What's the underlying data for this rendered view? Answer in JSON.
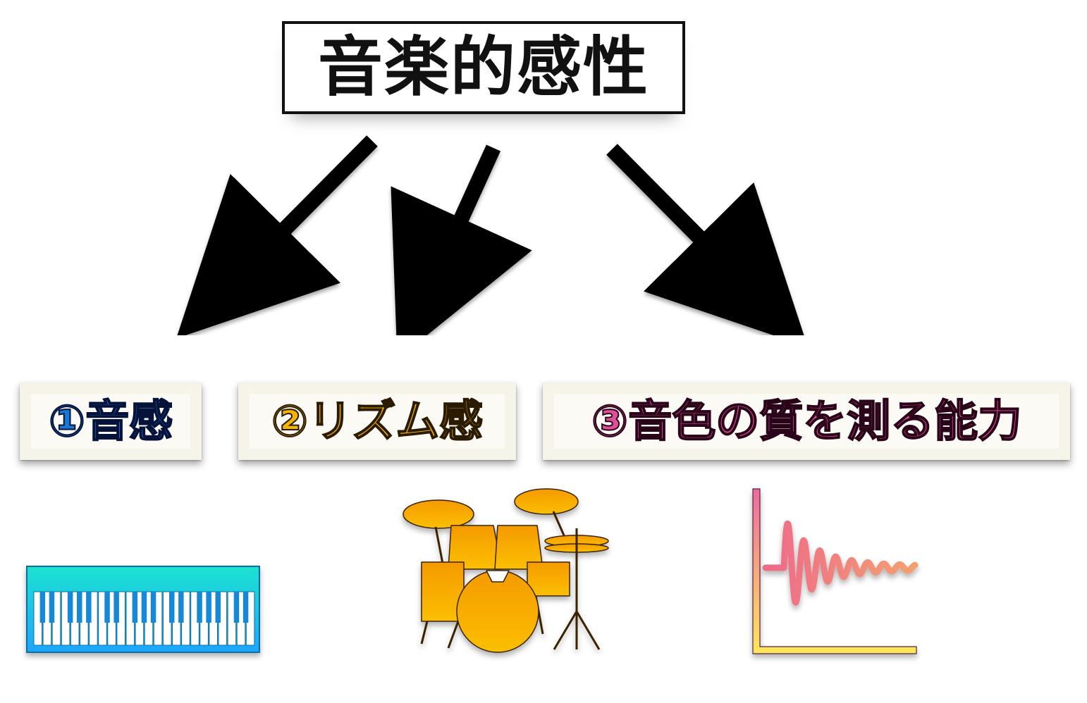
{
  "title": "音楽的感性",
  "labels": [
    {
      "text": "①音感",
      "color": "#1778d6"
    },
    {
      "text": "②リズム感",
      "color": "#f6b400"
    },
    {
      "text": "③音色の質を測る能力",
      "color": "#e0509a"
    }
  ],
  "icons": [
    "piano-keyboard-icon",
    "drum-kit-icon",
    "waveform-graph-icon"
  ],
  "colors": {
    "keyboard_gradient_top": "#1ee2d0",
    "keyboard_gradient_bottom": "#1aa6ff",
    "drum_orange": "#f7a800",
    "wave_pink": "#ee6aa0",
    "wave_yellow": "#ffe85a"
  }
}
